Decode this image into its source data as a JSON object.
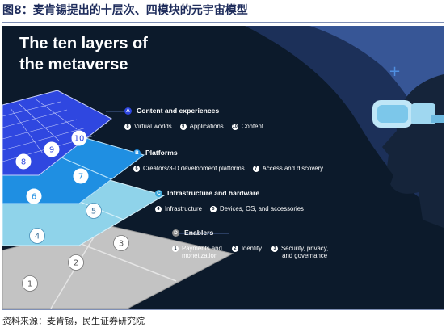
{
  "figure_title": "图8：麦肯锡提出的十层次、四模块的元宇宙模型",
  "heading_line1": "The ten layers of",
  "heading_line2": "the metaverse",
  "categories": [
    {
      "badge": "A",
      "title": "Content and experiences",
      "color": "#2f47e0",
      "items": [
        {
          "n": "8",
          "text": "Virtual worlds"
        },
        {
          "n": "9",
          "text": "Applications"
        },
        {
          "n": "10",
          "text": "Content"
        }
      ]
    },
    {
      "badge": "B",
      "title": "Platforms",
      "color": "#1e8be0",
      "items": [
        {
          "n": "6",
          "text": "Creators/3-D development platforms"
        },
        {
          "n": "7",
          "text": "Access and discovery"
        }
      ]
    },
    {
      "badge": "C",
      "title": "Infrastructure and hardware",
      "color": "#3aa6d8",
      "items": [
        {
          "n": "4",
          "text": "Infrastructure"
        },
        {
          "n": "5",
          "text": "Devices, OS, and accessories"
        }
      ]
    },
    {
      "badge": "D",
      "title": "Enablers",
      "color": "#8c8c8c",
      "items": [
        {
          "n": "1",
          "text": "Payments and\nmonetization"
        },
        {
          "n": "2",
          "text": "Identity"
        },
        {
          "n": "3",
          "text": "Security, privacy,\nand governance"
        }
      ]
    }
  ],
  "layer_numbers": [
    "1",
    "2",
    "3",
    "4",
    "5",
    "6",
    "7",
    "8",
    "9",
    "10"
  ],
  "source": "资料来源：麦肯锡，民生证券研究院"
}
